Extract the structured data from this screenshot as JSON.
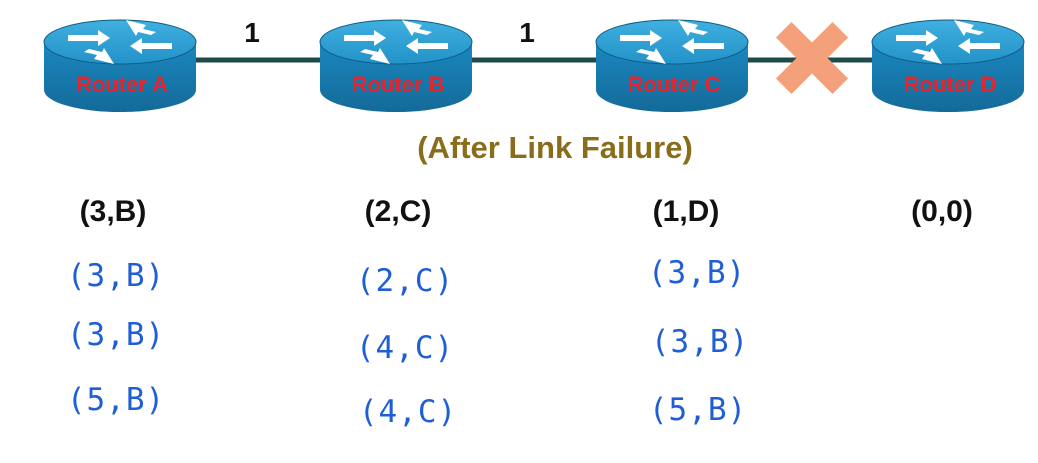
{
  "routers": [
    {
      "label": "Router A",
      "icon": "router-icon"
    },
    {
      "label": "Router B",
      "icon": "router-icon"
    },
    {
      "label": "Router C",
      "icon": "router-icon"
    },
    {
      "label": "Router D",
      "icon": "router-icon"
    }
  ],
  "links": [
    {
      "cost": "1",
      "failed": false
    },
    {
      "cost": "1",
      "failed": false
    },
    {
      "cost": "",
      "failed": true,
      "marker": "cross-icon"
    }
  ],
  "caption": "(After Link Failure)",
  "initial_vectors": [
    "(3,B)",
    "(2,C)",
    "(1,D)",
    "(0,0)"
  ],
  "iterations": [
    [
      "(3,B)",
      "(2,C)",
      "(3,B)"
    ],
    [
      "(3,B)",
      "(4,C)",
      "(3,B)"
    ],
    [
      "(5,B)",
      "(4,C)",
      "(5,B)"
    ]
  ],
  "colors": {
    "router_body": "#1b8bc4",
    "router_top": "#2ba2d8",
    "router_label": "#e8232a",
    "link": "#1e4a4a",
    "cross": "#f4a07a",
    "caption": "#8a6d1a",
    "handwriting": "#1f5fd6"
  }
}
